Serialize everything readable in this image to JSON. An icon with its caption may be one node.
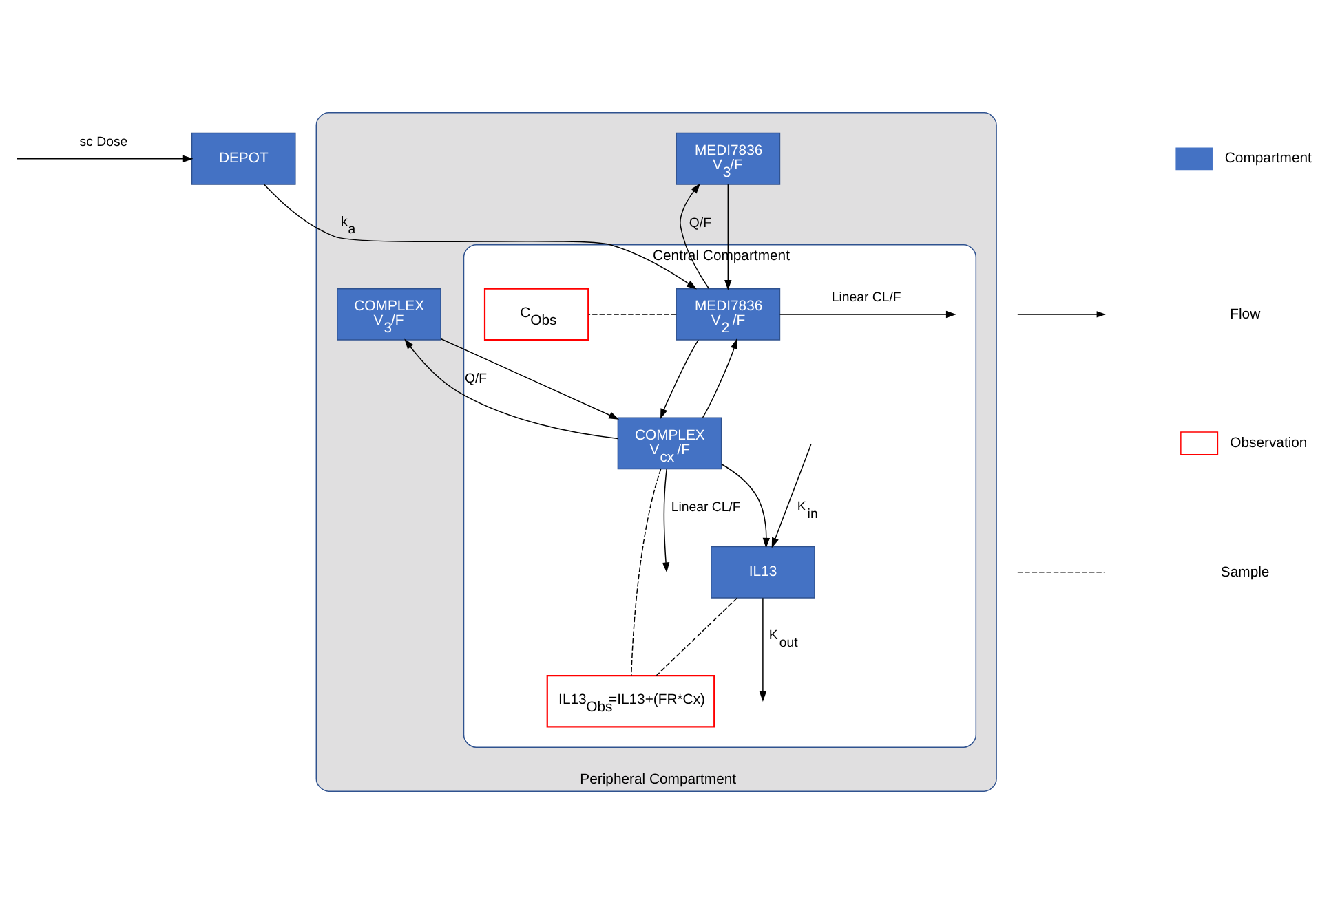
{
  "diagram": {
    "nodes": [
      {
        "text": [
          "Peripheral Compartment"
        ]
      },
      {
        "text": [
          "Central Compartment"
        ],
        "in": 0
      },
      {
        "text": [
          "DEPOT"
        ]
      },
      {
        "text": [
          "MEDI7836 V$_{3}$/F"
        ],
        "in": 0
      },
      {
        "text": [
          "MEDI7836 V$_{2}$ /F"
        ],
        "in": 1
      },
      {
        "text": [
          "C$_{Obs}$"
        ],
        "in": 1
      },
      {
        "text": [
          "COMPLEX V$_{3}$/F"
        ],
        "in": 0
      },
      {
        "text": [
          "COMPLEX V$_{cx}$ /F"
        ],
        "in": 1
      },
      {
        "text": [
          "IL13"
        ],
        "in": 1
      },
      {
        "text": [
          "IL13$_{Obs}$=IL13+(FR*Cx)"
        ],
        "in": 1
      }
    ],
    "edges": [
      {
        "from": null,
        "to": 2,
        "arrow": "to",
        "label": "sc Dose"
      },
      {
        "from": 2,
        "to": 4,
        "arrow": "to",
        "label": "k$_{a}$"
      },
      {
        "from": 3,
        "to": 4,
        "arrow": "to"
      },
      {
        "from": 4,
        "to": 3,
        "arrow": "to",
        "label": "Q/F"
      },
      {
        "from": 4,
        "to": null,
        "arrow": "to",
        "label": "Linear CL/F"
      },
      {
        "from": 4,
        "to": 7,
        "arrow": "to"
      },
      {
        "from": 7,
        "to": 4,
        "arrow": "to"
      },
      {
        "from": 7,
        "to": 8,
        "arrow": "to"
      },
      {
        "from": null,
        "to": 8,
        "arrow": "to",
        "label": "K$_{in}$"
      },
      {
        "from": 8,
        "to": null,
        "arrow": "to",
        "label": "K$_{out}$"
      },
      {
        "from": 6,
        "to": 7,
        "arrow": "to"
      },
      {
        "from": 7,
        "to": 6,
        "arrow": "to",
        "label": "Q/F"
      },
      {
        "from": 7,
        "to": null,
        "arrow": "to",
        "label": "Linear CL/F"
      },
      {
        "from": 4,
        "to": 5,
        "arrow": "none",
        "style": "dashed"
      },
      {
        "from": 7,
        "to": 9,
        "arrow": "none",
        "style": "dashed"
      },
      {
        "from": 8,
        "to": 9,
        "arrow": "none",
        "style": "dashed"
      }
    ],
    "legend": [
      {
        "text": "Compartment",
        "color": "#4472c4"
      },
      {
        "text": "Flow"
      },
      {
        "text": "Observation"
      },
      {
        "text": "Sample"
      }
    ]
  }
}
